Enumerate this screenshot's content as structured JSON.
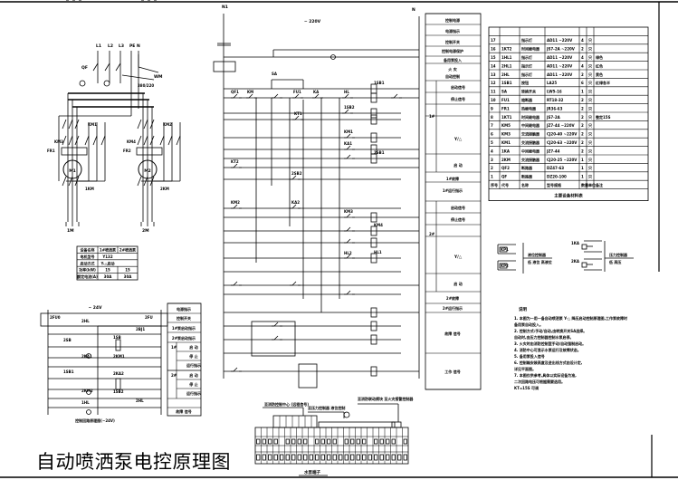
{
  "title": "自动喷洒泵电控原理图",
  "main_circuit": {
    "voltage": "~ 220V",
    "left_bus": "N1",
    "right_bus": "N",
    "rung_labels": [
      "QF1",
      "KM",
      "SA",
      "FU1",
      "KA",
      "HL",
      "1SB1",
      "1SB2",
      "KT1",
      "KM1",
      "KA1",
      "2SB1",
      "2SB2",
      "KT2",
      "KM2",
      "KA2",
      "KM3",
      "KM4",
      "HL1",
      "HL2"
    ],
    "function_column": [
      "控制电源",
      "电源指示",
      "控制开关",
      "控制电源保护",
      "备用泵投入",
      "火 灾",
      "自动控制",
      "1#",
      "启动信号",
      "停止信号",
      "Y/△",
      "启 动",
      "1#故障",
      "1#运行指示",
      "2#",
      "启动信号",
      "停止信号",
      "Y/△",
      "启 动",
      "2#故障",
      "2#运行指示",
      "故障 信号",
      "工作 信号"
    ]
  },
  "motor_circuit": {
    "phases": [
      "L1",
      "L2",
      "L3",
      "PE",
      "N"
    ],
    "labels": [
      "QF",
      "KM1",
      "KM2",
      "KM3",
      "KM4",
      "FR1",
      "FR2",
      "M1",
      "M2",
      "1KM",
      "2KM",
      "1M",
      "2M",
      "WM"
    ],
    "motors": [
      "M1",
      "M2"
    ]
  },
  "motor_table": {
    "headers": [
      "设备名称",
      "1#喷洒泵",
      "2#喷洒泵"
    ],
    "rows": [
      [
        "电机型号",
        "Y132",
        ""
      ],
      [
        "启动方式",
        "Y-△启动",
        ""
      ],
      [
        "功率(kW)",
        "15",
        "15"
      ],
      [
        "额定电流(A)",
        "30A",
        "30A"
      ]
    ]
  },
  "secondary_circuit": {
    "voltage": "~ 24V",
    "labels": [
      "2FU0",
      "2FU",
      "2HL",
      "2BJ1",
      "2SB",
      "1SB",
      "2KA1",
      "2KM1",
      "1SB1",
      "2KA2",
      "2KM2",
      "1SB2",
      "1HL",
      "2HL"
    ],
    "function_column": [
      "电源指示",
      "控制开关",
      "1#泵启动指示",
      "2#泵启动指示",
      "1#",
      "启 动",
      "停 止",
      "运行指示",
      "2#",
      "启 动",
      "停 止",
      "运行指示",
      "故障 信号"
    ],
    "caption": "控制回路原理图(~24V)"
  },
  "component_table": {
    "title": "主要设备材料表",
    "headers": [
      "序号",
      "代号",
      "名称",
      "型号规格",
      "数量",
      "单位",
      "备注"
    ],
    "rows": [
      [
        "17",
        "",
        "指示灯",
        "AD11 ~220V",
        "4",
        "只",
        ""
      ],
      [
        "16",
        "1KT2",
        "时间继电器",
        "JS7-2A ~220V",
        "2",
        "只",
        ""
      ],
      [
        "15",
        "1HL1",
        "指示灯",
        "AD11 ~220V",
        "4",
        "只",
        "绿色"
      ],
      [
        "14",
        "2HL1",
        "指示灯",
        "AD11 ~220V",
        "4",
        "只",
        "红色"
      ],
      [
        "13",
        "2HL",
        "指示灯",
        "AD11 ~220V",
        "2",
        "只",
        "黄色"
      ],
      [
        "12",
        "1SB1",
        "按钮",
        "LA25",
        "6",
        "只",
        "红绿各半"
      ],
      [
        "11",
        "SA",
        "转换开关",
        "LW5-16",
        "1",
        "只",
        ""
      ],
      [
        "10",
        "FU1",
        "熔断器",
        "RT18-32",
        "2",
        "只",
        ""
      ],
      [
        "9",
        "FR1",
        "热继电器",
        "JR36-63",
        "2",
        "只",
        ""
      ],
      [
        "8",
        "1KT1",
        "时间继电器",
        "JS7-2A",
        "2",
        "只",
        "整定15S"
      ],
      [
        "7",
        "KM5",
        "中间继电器",
        "JZ7-44 ~220V",
        "2",
        "只",
        ""
      ],
      [
        "6",
        "KM3",
        "交流接触器",
        "CJ20-40 ~220V",
        "2",
        "只",
        ""
      ],
      [
        "5",
        "KM1",
        "交流接触器",
        "CJ20-63 ~220V",
        "2",
        "只",
        ""
      ],
      [
        "4",
        "1KA",
        "中间继电器",
        "JZ7-44",
        "2",
        "只",
        ""
      ],
      [
        "3",
        "2KM",
        "交流接触器",
        "CJ20-25 ~220V",
        "1",
        "只",
        ""
      ],
      [
        "2",
        "QF2",
        "断路器",
        "DZ47-63",
        "1",
        "只",
        ""
      ],
      [
        "1",
        "QF",
        "断路器",
        "DZ20-100",
        "1",
        "只",
        ""
      ]
    ]
  },
  "legend": {
    "left_label_top": "液位控制器",
    "left_label_bottom": "低 液位 高液位",
    "right_label_top": "压力控制器",
    "right_label_bottom": "低 高压",
    "coil_labels": [
      "KP1",
      "KP2",
      "1KA",
      "2KA"
    ]
  },
  "notes": {
    "heading": "说明",
    "lines": [
      "1. 本图为一用一备自动喷洒泵 Y-△ 降压启动控制原理图,工作泵故障时",
      "   备用泵自动投入。",
      "2. 控制方式:手动/自动,由转换开关SA选择。",
      "   自动时,由压力控制器控制水泵启停。",
      "3. 火灾时由消防控制室手动/自动强制启动。",
      "4. 消防中心可显示水泵运行及故障状态。",
      "5. 备用泵投入信号",
      "6. 控制箱安装高度及进出线方式由设计定,",
      "   详见平面图。",
      "7. 本图仅供参考,具体以实际设备为准,",
      "   二次回路电压可根据需要选用。",
      "   KT=15S 可调"
    ]
  },
  "terminal_strip": {
    "label": "水泵端子",
    "group_labels": [
      "至消防控制中心 (远程信号)",
      "至压力控制器 液位控制",
      "至消防联动模块 至火灾报警控制器"
    ]
  }
}
